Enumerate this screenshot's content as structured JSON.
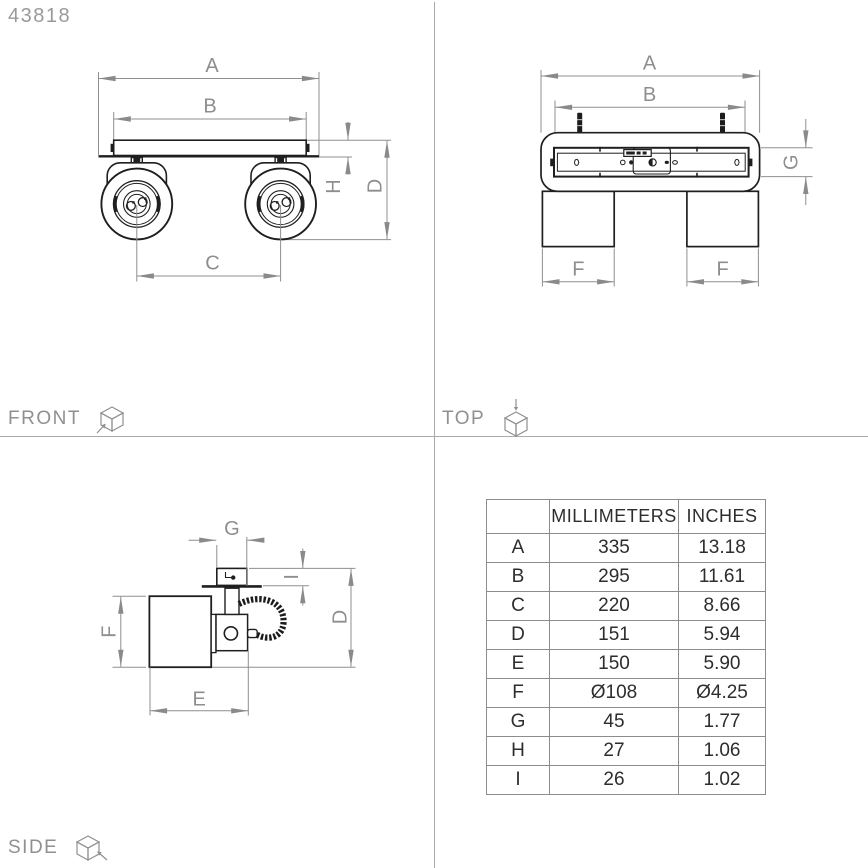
{
  "product_code": "43818",
  "views": {
    "front": {
      "label": "FRONT",
      "dims": {
        "a": "A",
        "b": "B",
        "c": "C",
        "d": "D",
        "h": "H"
      }
    },
    "top": {
      "label": "TOP",
      "dims": {
        "a": "A",
        "b": "B",
        "f1": "F",
        "f2": "F",
        "g": "G"
      }
    },
    "side": {
      "label": "SIDE",
      "dims": {
        "g": "G",
        "i": "I",
        "f": "F",
        "e": "E",
        "d": "D"
      }
    }
  },
  "table": {
    "headers": {
      "key": "",
      "mm": "MILLIMETERS",
      "in": "INCHES"
    },
    "rows": [
      {
        "key": "A",
        "mm": "335",
        "in": "13.18"
      },
      {
        "key": "B",
        "mm": "295",
        "in": "11.61"
      },
      {
        "key": "C",
        "mm": "220",
        "in": "8.66"
      },
      {
        "key": "D",
        "mm": "151",
        "in": "5.94"
      },
      {
        "key": "E",
        "mm": "150",
        "in": "5.90"
      },
      {
        "key": "F",
        "mm": "Ø108",
        "in": "Ø4.25"
      },
      {
        "key": "G",
        "mm": "45",
        "in": "1.77"
      },
      {
        "key": "H",
        "mm": "27",
        "in": "1.06"
      },
      {
        "key": "I",
        "mm": "26",
        "in": "1.02"
      }
    ]
  },
  "colors": {
    "drawing_line": "#1f1f1f",
    "dimension_line": "#8f8f8f",
    "label_text": "#8c8e90",
    "table_text": "#2d2d2d",
    "table_border": "#8c8c8c",
    "divider": "#aaaaaa",
    "background": "#ffffff"
  }
}
